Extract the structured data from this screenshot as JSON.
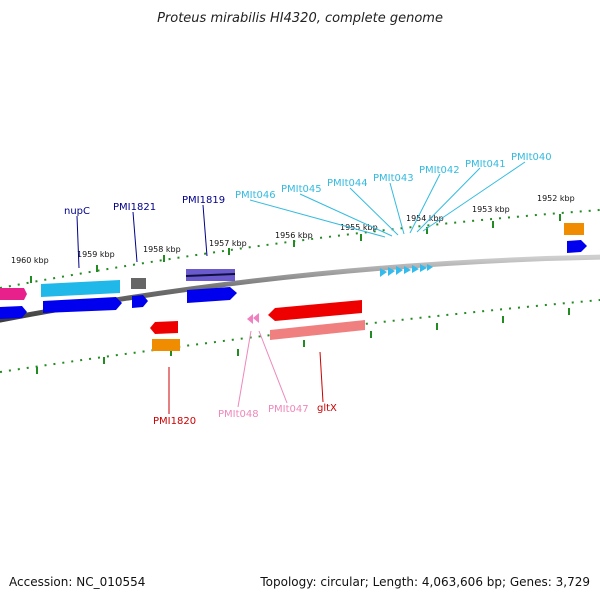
{
  "title": "Proteus mirabilis HI4320, complete genome",
  "accession": "Accession: NC_010554",
  "topology": "Topology: circular; Length: 4,063,606 bp; Genes: 3,729",
  "ticks": [
    "1960 kbp",
    "1959 kbp",
    "1958 kbp",
    "1957 kbp",
    "1956 kbp",
    "1955 kbp",
    "1954 kbp",
    "1953 kbp",
    "1952 kbp"
  ],
  "labels": {
    "nupC": "nupC",
    "pmi1821": "PMI1821",
    "pmi1819": "PMI1819",
    "pmi1820": "PMI1820",
    "pmlt048": "PMIt048",
    "pmlt047": "PMIt047",
    "gltX": "gltX",
    "pmlt046": "PMIt046",
    "pmlt045": "PMIt045",
    "pmlt044": "PMIt044",
    "pmlt043": "PMIt043",
    "pmlt042": "PMIt042",
    "pmlt041": "PMIt041",
    "pmlt040": "PMIt040"
  },
  "colors": {
    "backbone": "#7a7a7a",
    "tick": "#228b22",
    "cds": "#0000ee",
    "cyan_gene": "#20b8e8",
    "magenta_gene": "#e8208c",
    "purple_gene": "#6a5acd",
    "gray_gene": "#666666",
    "red_gene": "#ee0000",
    "pink_gene": "#f08080",
    "orange_gene": "#f08c00",
    "trna": "#33bbee",
    "trna_pink": "#f080c0",
    "label_blue": "#00008b",
    "label_cyan": "#33bbe0",
    "label_red": "#cc0000",
    "label_pink": "#ee88bb"
  }
}
